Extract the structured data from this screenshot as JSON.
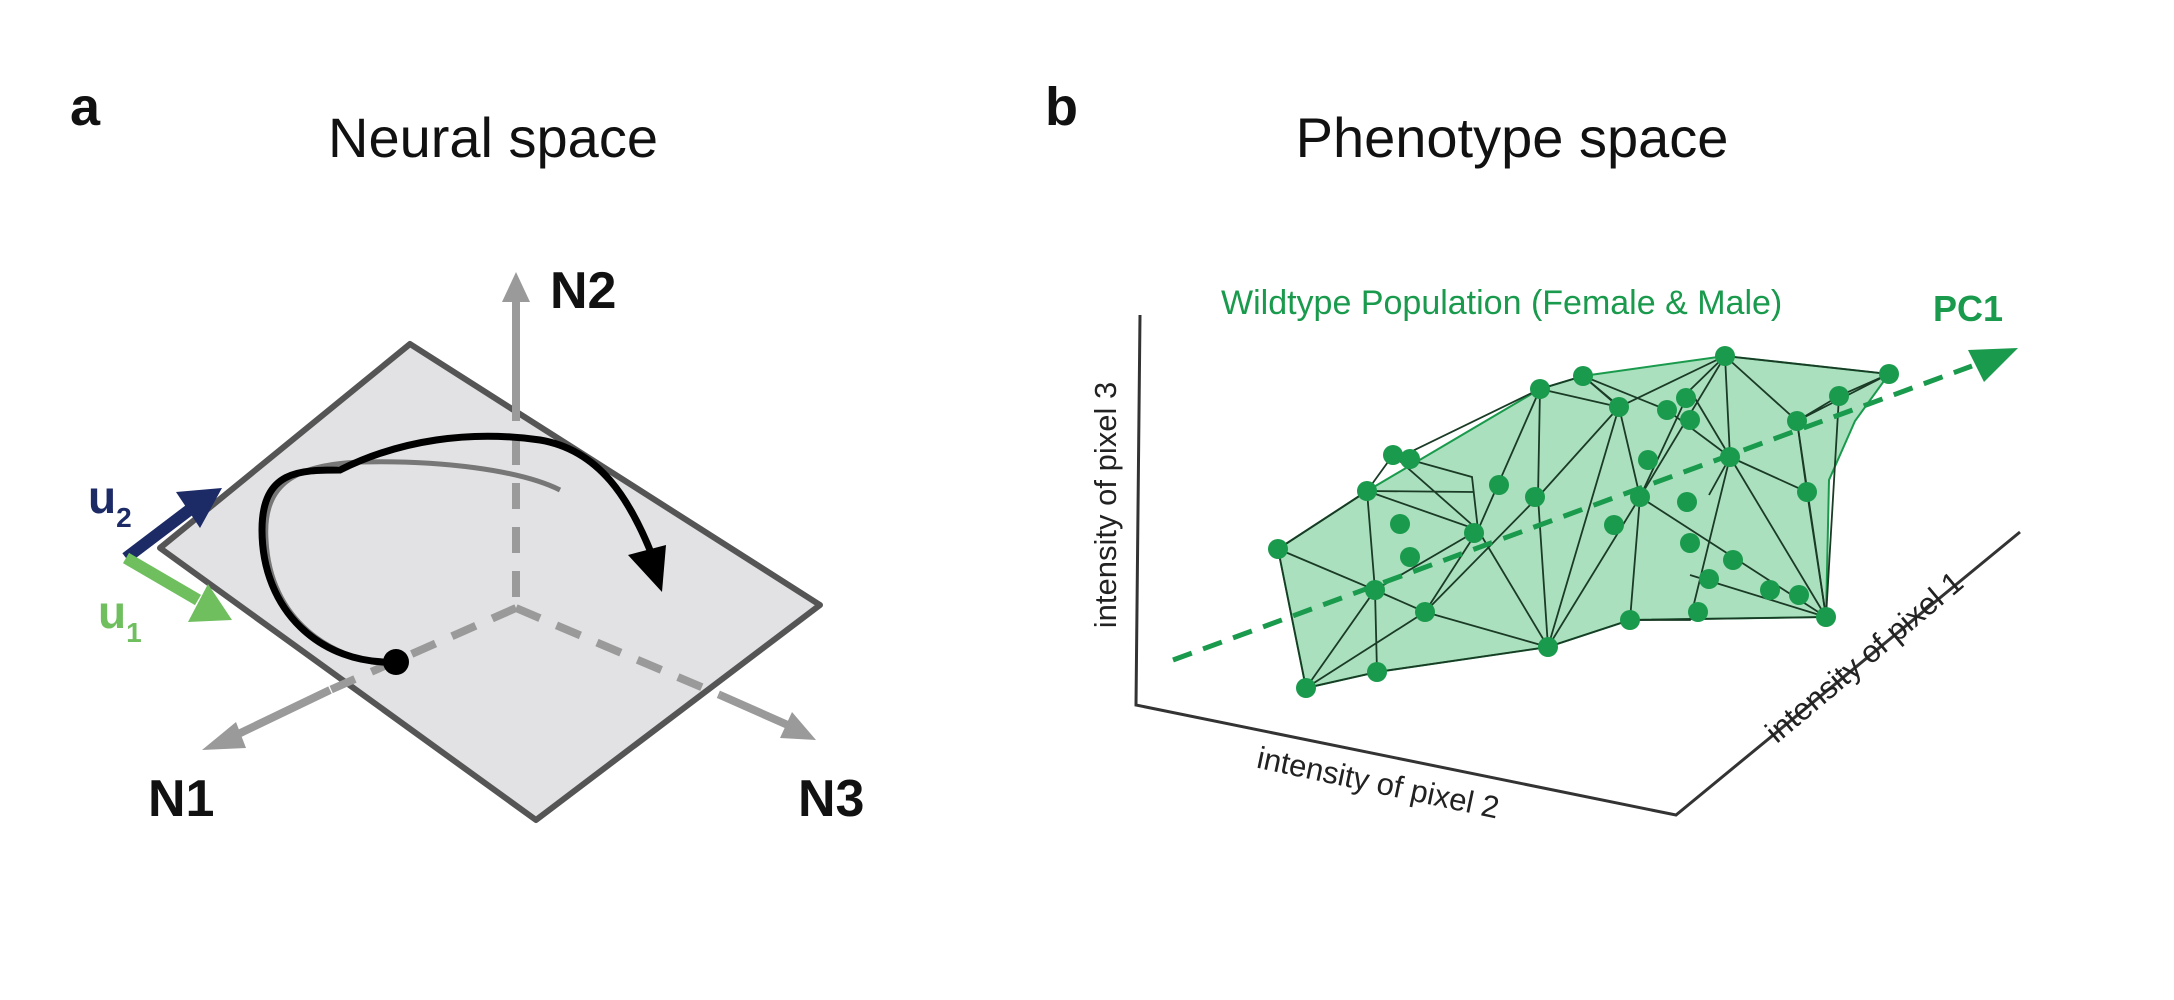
{
  "panel_a": {
    "letter": "a",
    "title": "Neural space",
    "axes": {
      "n1": "N1",
      "n2": "N2",
      "n3": "N3"
    },
    "vectors": {
      "u2": {
        "base": "u",
        "sub": "2",
        "color": "#1c2a66"
      },
      "u1": {
        "base": "u",
        "sub": "1",
        "color": "#6fbf5f"
      }
    },
    "plane_fill": "#e2e2e4",
    "plane_stroke": "#555555",
    "axis_color": "#9a9a9a",
    "trajectory_color": "#000000"
  },
  "panel_b": {
    "letter": "b",
    "title": "Phenotype space",
    "population_label": "Wildtype Population (Female & Male)",
    "pc_label": "PC1",
    "axes": {
      "x": "intensity of pixel 2",
      "y": "intensity of pixel 3",
      "z": "intensity of pixel 1"
    },
    "accent_color": "#1a9a4c",
    "hull_fill": "#8fd6a8"
  }
}
